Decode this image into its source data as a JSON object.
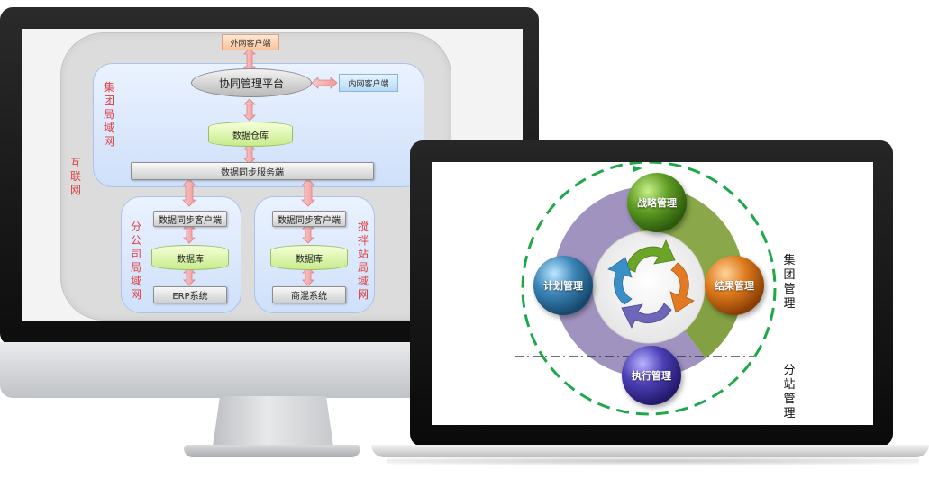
{
  "network_diagram": {
    "internet_label": "互联网",
    "group_lan_label": "集团局域网",
    "branch_lan_label": "分公司局域网",
    "plant_lan_label": "搅拌站局域网",
    "external_client": "外网客户端",
    "collab_platform": "协同管理平台",
    "internal_client": "内网客户端",
    "data_warehouse": "数据仓库",
    "sync_server": "数据同步服务端",
    "branch": {
      "sync_client": "数据同步客户端",
      "database": "数据库",
      "system": "ERP系统"
    },
    "plant": {
      "sync_client": "数据同步客户端",
      "database": "数据库",
      "system": "商混系统"
    }
  },
  "management_cycle": {
    "strategy": "战略管理",
    "planning": "计划管理",
    "results": "结果管理",
    "execution": "执行管理",
    "group_mgmt_label": "集团管理",
    "station_mgmt_label": "分站管理"
  },
  "colors": {
    "arrow_pink": "#f4a3a3",
    "dashed_green": "#1fa84a",
    "sector_green": "#8aa84a",
    "sector_purple": "#a093c0"
  }
}
